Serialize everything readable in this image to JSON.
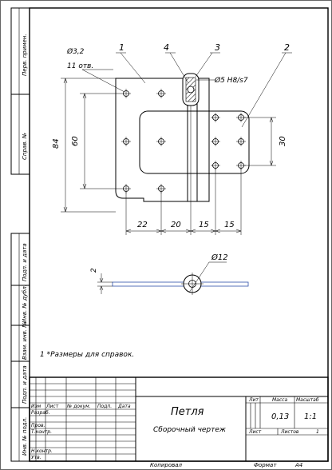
{
  "side_stamp": {
    "top": [
      "Перв. примен.",
      "Справ. №"
    ],
    "bottom": [
      "Подп. и дата",
      "Инв. № дубл.",
      "Взам. инв. №",
      "Подп. и дата",
      "Инв. № подл."
    ]
  },
  "callouts": {
    "hole_dia": "Ø3,2",
    "hole_count": "11 отв.",
    "fit": "Ø5 H8/s7",
    "pos": [
      "1",
      "4",
      "3",
      "2"
    ],
    "section_dia": "Ø12",
    "section_thk": "2"
  },
  "dimensions": {
    "height_total": "84",
    "height_inner": "60",
    "right_span": "30",
    "bottom": [
      "22",
      "20",
      "15",
      "15"
    ]
  },
  "notes": [
    "1 *Размеры для справок."
  ],
  "title_block": {
    "name": "Петля",
    "subtitle": "Сборочный чертеж",
    "lit_label": "Лит",
    "mass_label": "Масса",
    "scale_label": "Масштаб",
    "mass": "0,13",
    "scale": "1:1",
    "sheet_label": "Лист",
    "sheets_label": "Листов",
    "sheets": "1",
    "headers": [
      "Изм",
      "Лист",
      "№ докум.",
      "Подп.",
      "Дата"
    ],
    "roles": [
      "Разраб.",
      "Пров.",
      "Т.контр.",
      "",
      "Н.контр.",
      "Утв."
    ]
  },
  "footer": {
    "copied": "Копировал",
    "format_label": "Формат",
    "format": "A4"
  }
}
